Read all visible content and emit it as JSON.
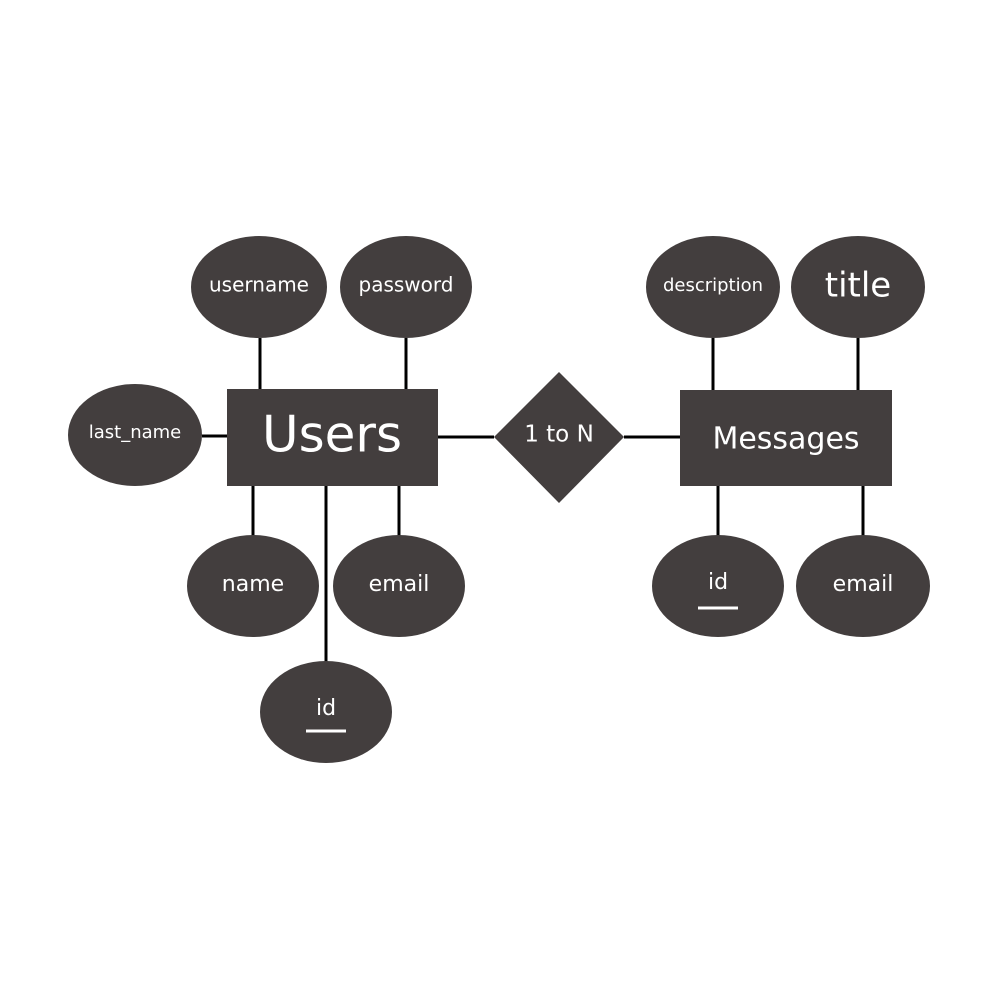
{
  "colors": {
    "background": "#ffffff",
    "shape_fill": "#433e3e",
    "text": "#ffffff",
    "connector": "#000000"
  },
  "entities": {
    "users": "Users",
    "messages": "Messages"
  },
  "relationship": {
    "label": "1 to N"
  },
  "users_attributes": {
    "username": "username",
    "password": "password",
    "last_name": "last_name",
    "name": "name",
    "email": "email",
    "id": "id"
  },
  "messages_attributes": {
    "description": "description",
    "title": "title",
    "id": "id",
    "email": "email"
  }
}
